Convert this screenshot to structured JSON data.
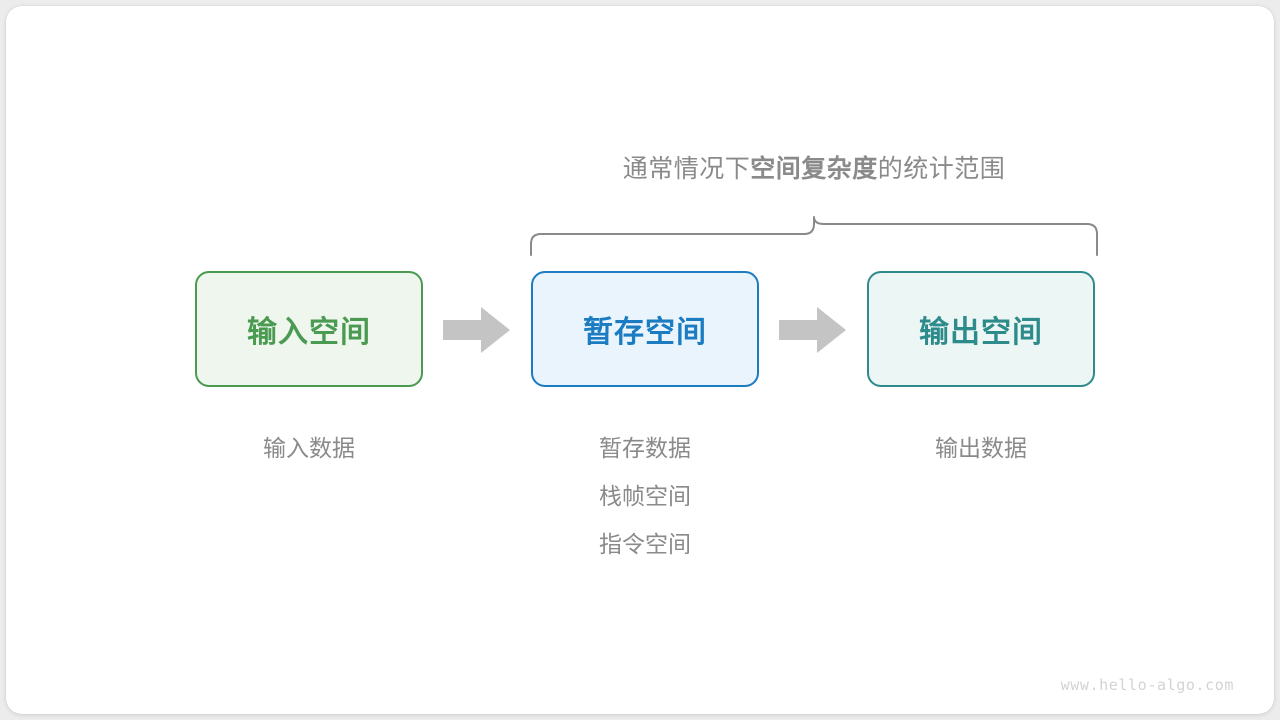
{
  "diagram": {
    "caption": {
      "prefix": "通常情况下",
      "emphasis": "空间复杂度",
      "suffix": "的统计范围"
    },
    "brace": {
      "name": "scope-brace",
      "color": "#8a8a8a"
    },
    "boxes": [
      {
        "id": "input-space",
        "title": "输入空间",
        "border_color": "#4a9a4f",
        "fill_color": "#eef6ed",
        "text_color": "#4a9a52"
      },
      {
        "id": "buffer-space",
        "title": "暂存空间",
        "border_color": "#1b7cc2",
        "fill_color": "#e9f4fc",
        "text_color": "#1b7cc2"
      },
      {
        "id": "output-space",
        "title": "输出空间",
        "border_color": "#2e8b8b",
        "fill_color": "#ecf6f4",
        "text_color": "#2e8b8b"
      }
    ],
    "arrows": [
      {
        "id": "arrow-input-to-buffer",
        "color": "#c4c4c4"
      },
      {
        "id": "arrow-buffer-to-output",
        "color": "#c4c4c4"
      }
    ],
    "columns": [
      {
        "id": "input-items",
        "items": [
          "输入数据"
        ]
      },
      {
        "id": "buffer-items",
        "items": [
          "暂存数据",
          "栈帧空间",
          "指令空间"
        ]
      },
      {
        "id": "output-items",
        "items": [
          "输出数据"
        ]
      }
    ],
    "watermark": "www.hello-algo.com"
  }
}
